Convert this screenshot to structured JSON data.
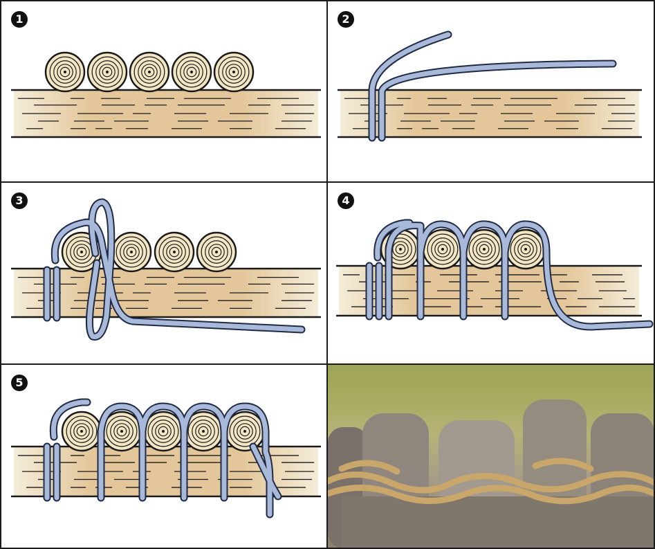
{
  "steps": [
    {
      "number": "1"
    },
    {
      "number": "2"
    },
    {
      "number": "3"
    },
    {
      "number": "4"
    },
    {
      "number": "5"
    }
  ],
  "colors": {
    "rope": "#a9b9da",
    "rope_outline": "#1f2a44",
    "wood_light": "#f4ecd8",
    "wood_dark": "#e3c79a",
    "ink": "#1a1a1a",
    "grass": "#a8ac62",
    "log_gray": "#9b9389",
    "twine": "#c9a66a"
  },
  "icons": [
    "step-number-badge",
    "log-end-icon",
    "rope-icon",
    "pole-icon"
  ]
}
